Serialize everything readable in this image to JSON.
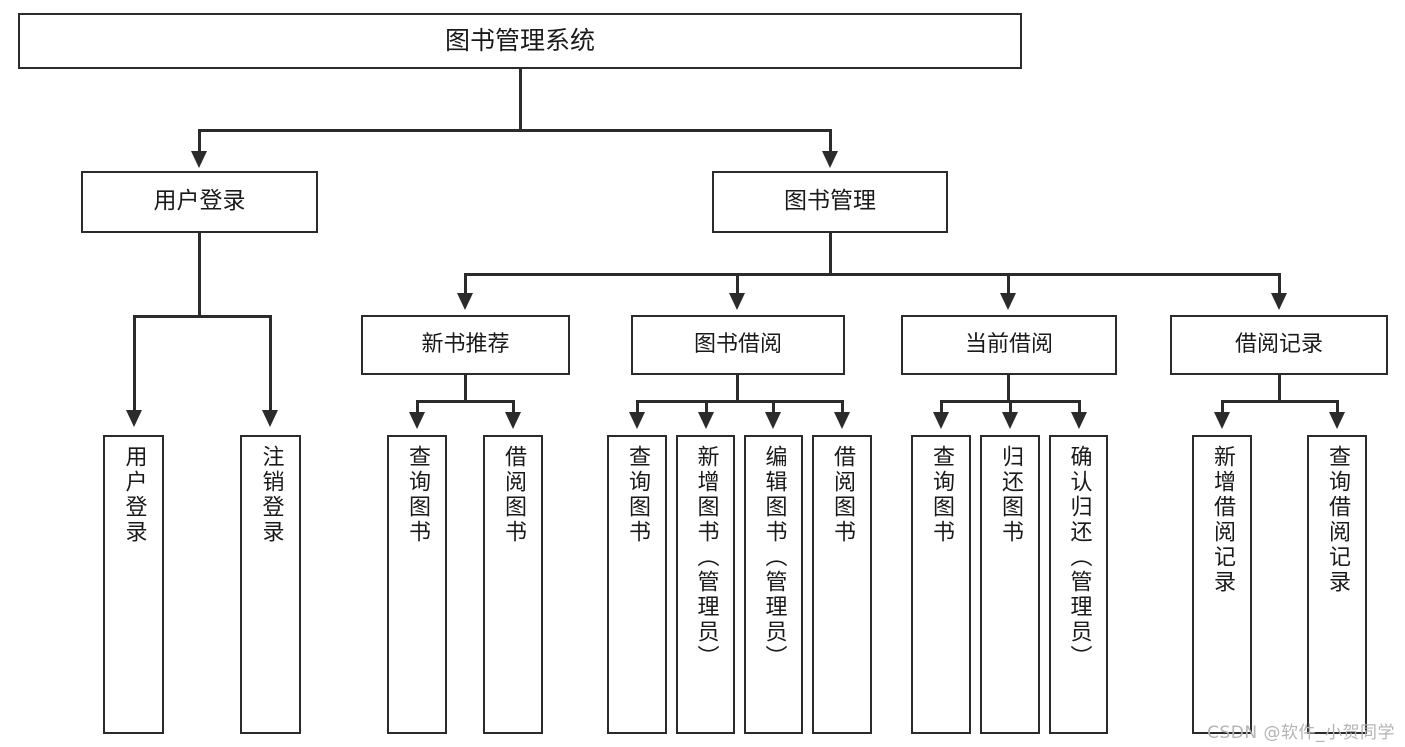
{
  "diagram": {
    "title": "图书管理系统",
    "watermark": "CSDN @软件_小贺同学",
    "root": {
      "label": "图书管理系统"
    },
    "level2": [
      {
        "label": "用户登录"
      },
      {
        "label": "图书管理"
      }
    ],
    "level3": [
      {
        "label": "新书推荐"
      },
      {
        "label": "图书借阅"
      },
      {
        "label": "当前借阅"
      },
      {
        "label": "借阅记录"
      }
    ],
    "leaves": {
      "user_login": [
        {
          "label": "用户登录"
        },
        {
          "label": "注销登录"
        }
      ],
      "new_book": [
        {
          "label": "查询图书"
        },
        {
          "label": "借阅图书"
        }
      ],
      "book_borrow": [
        {
          "label": "查询图书"
        },
        {
          "label": "新增图书（管理员）"
        },
        {
          "label": "编辑图书（管理员）"
        },
        {
          "label": "借阅图书"
        }
      ],
      "current_borrow": [
        {
          "label": "查询图书"
        },
        {
          "label": "归还图书"
        },
        {
          "label": "确认归还（管理员）"
        }
      ],
      "borrow_record": [
        {
          "label": "新增借阅记录"
        },
        {
          "label": "查询借阅记录"
        }
      ]
    }
  }
}
